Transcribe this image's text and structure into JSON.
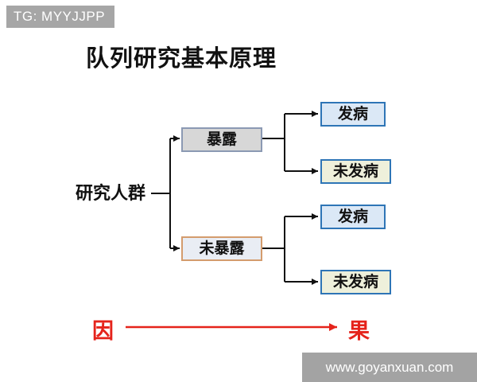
{
  "badge": {
    "label": "TG: MYYJJPP"
  },
  "title": "队列研究基本原理",
  "diagram": {
    "population_label": "研究人群",
    "exposed_label": "暴露",
    "unexposed_label": "未暴露",
    "exposed_disease_label": "发病",
    "exposed_no_disease_label": "未发病",
    "unexposed_disease_label": "发病",
    "unexposed_no_disease_label": "未发病"
  },
  "causality": {
    "cause_label": "因",
    "effect_label": "果"
  },
  "footer": {
    "website": "www.goyanxuan.com"
  },
  "colors": {
    "badge_bg": "#a6a6a6",
    "footer_bg": "#a3a3a3",
    "exposed_bg": "#d7d7d7",
    "exposed_border": "#8b99b3",
    "unexposed_bg": "#e9edf4",
    "unexposed_border": "#d49c6d",
    "disease_bg": "#dbe8f6",
    "no_disease_bg": "#eef0db",
    "outcome_border": "#2e75b6",
    "connector_black": "#111111",
    "accent_red": "#e5231b",
    "title_color": "#111111"
  }
}
